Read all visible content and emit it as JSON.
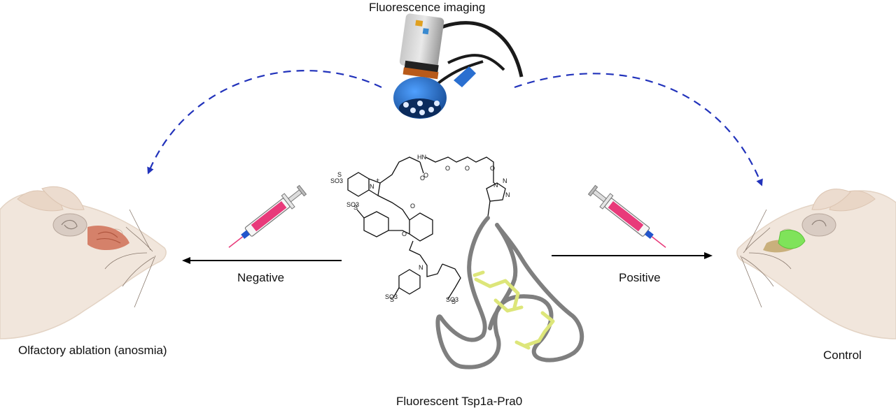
{
  "diagram": {
    "imaging_label": "Fluorescence imaging",
    "negative_label": "Negative",
    "positive_label": "Positive",
    "left_mouse_caption": "Olfactory ablation (anosmia)",
    "right_mouse_caption": "Control",
    "molecule_caption": "Fluorescent Tsp1a-Pra0",
    "structure_atoms": [
      "HN",
      "O",
      "O",
      "O",
      "O",
      "N",
      "N",
      "N",
      "N",
      "+",
      "N",
      "O",
      "O",
      "O",
      "S",
      "S",
      "S",
      "S"
    ],
    "structure_groups": [
      "SO3",
      "SO3",
      "SO3",
      "SO3"
    ]
  },
  "colors": {
    "dashed_arrow": "#2233bb",
    "solid_arrow": "#000000",
    "disulfide_bonds": "#dde67a",
    "peptide_backbone": "#7f7f7f",
    "syringe_fluid": "#e83a7a",
    "syringe_needle": "#2255cc",
    "camera_head": "#1e63b8",
    "camera_body": "#a9a9a9",
    "mouse_fill": "#efe3d8",
    "brain_fill_ablation": "#d8846a",
    "brain_fill_control": "#7fe35a"
  },
  "icons": [
    "fluorescence-camera-icon",
    "syringe-icon",
    "mouse-head-icon"
  ]
}
